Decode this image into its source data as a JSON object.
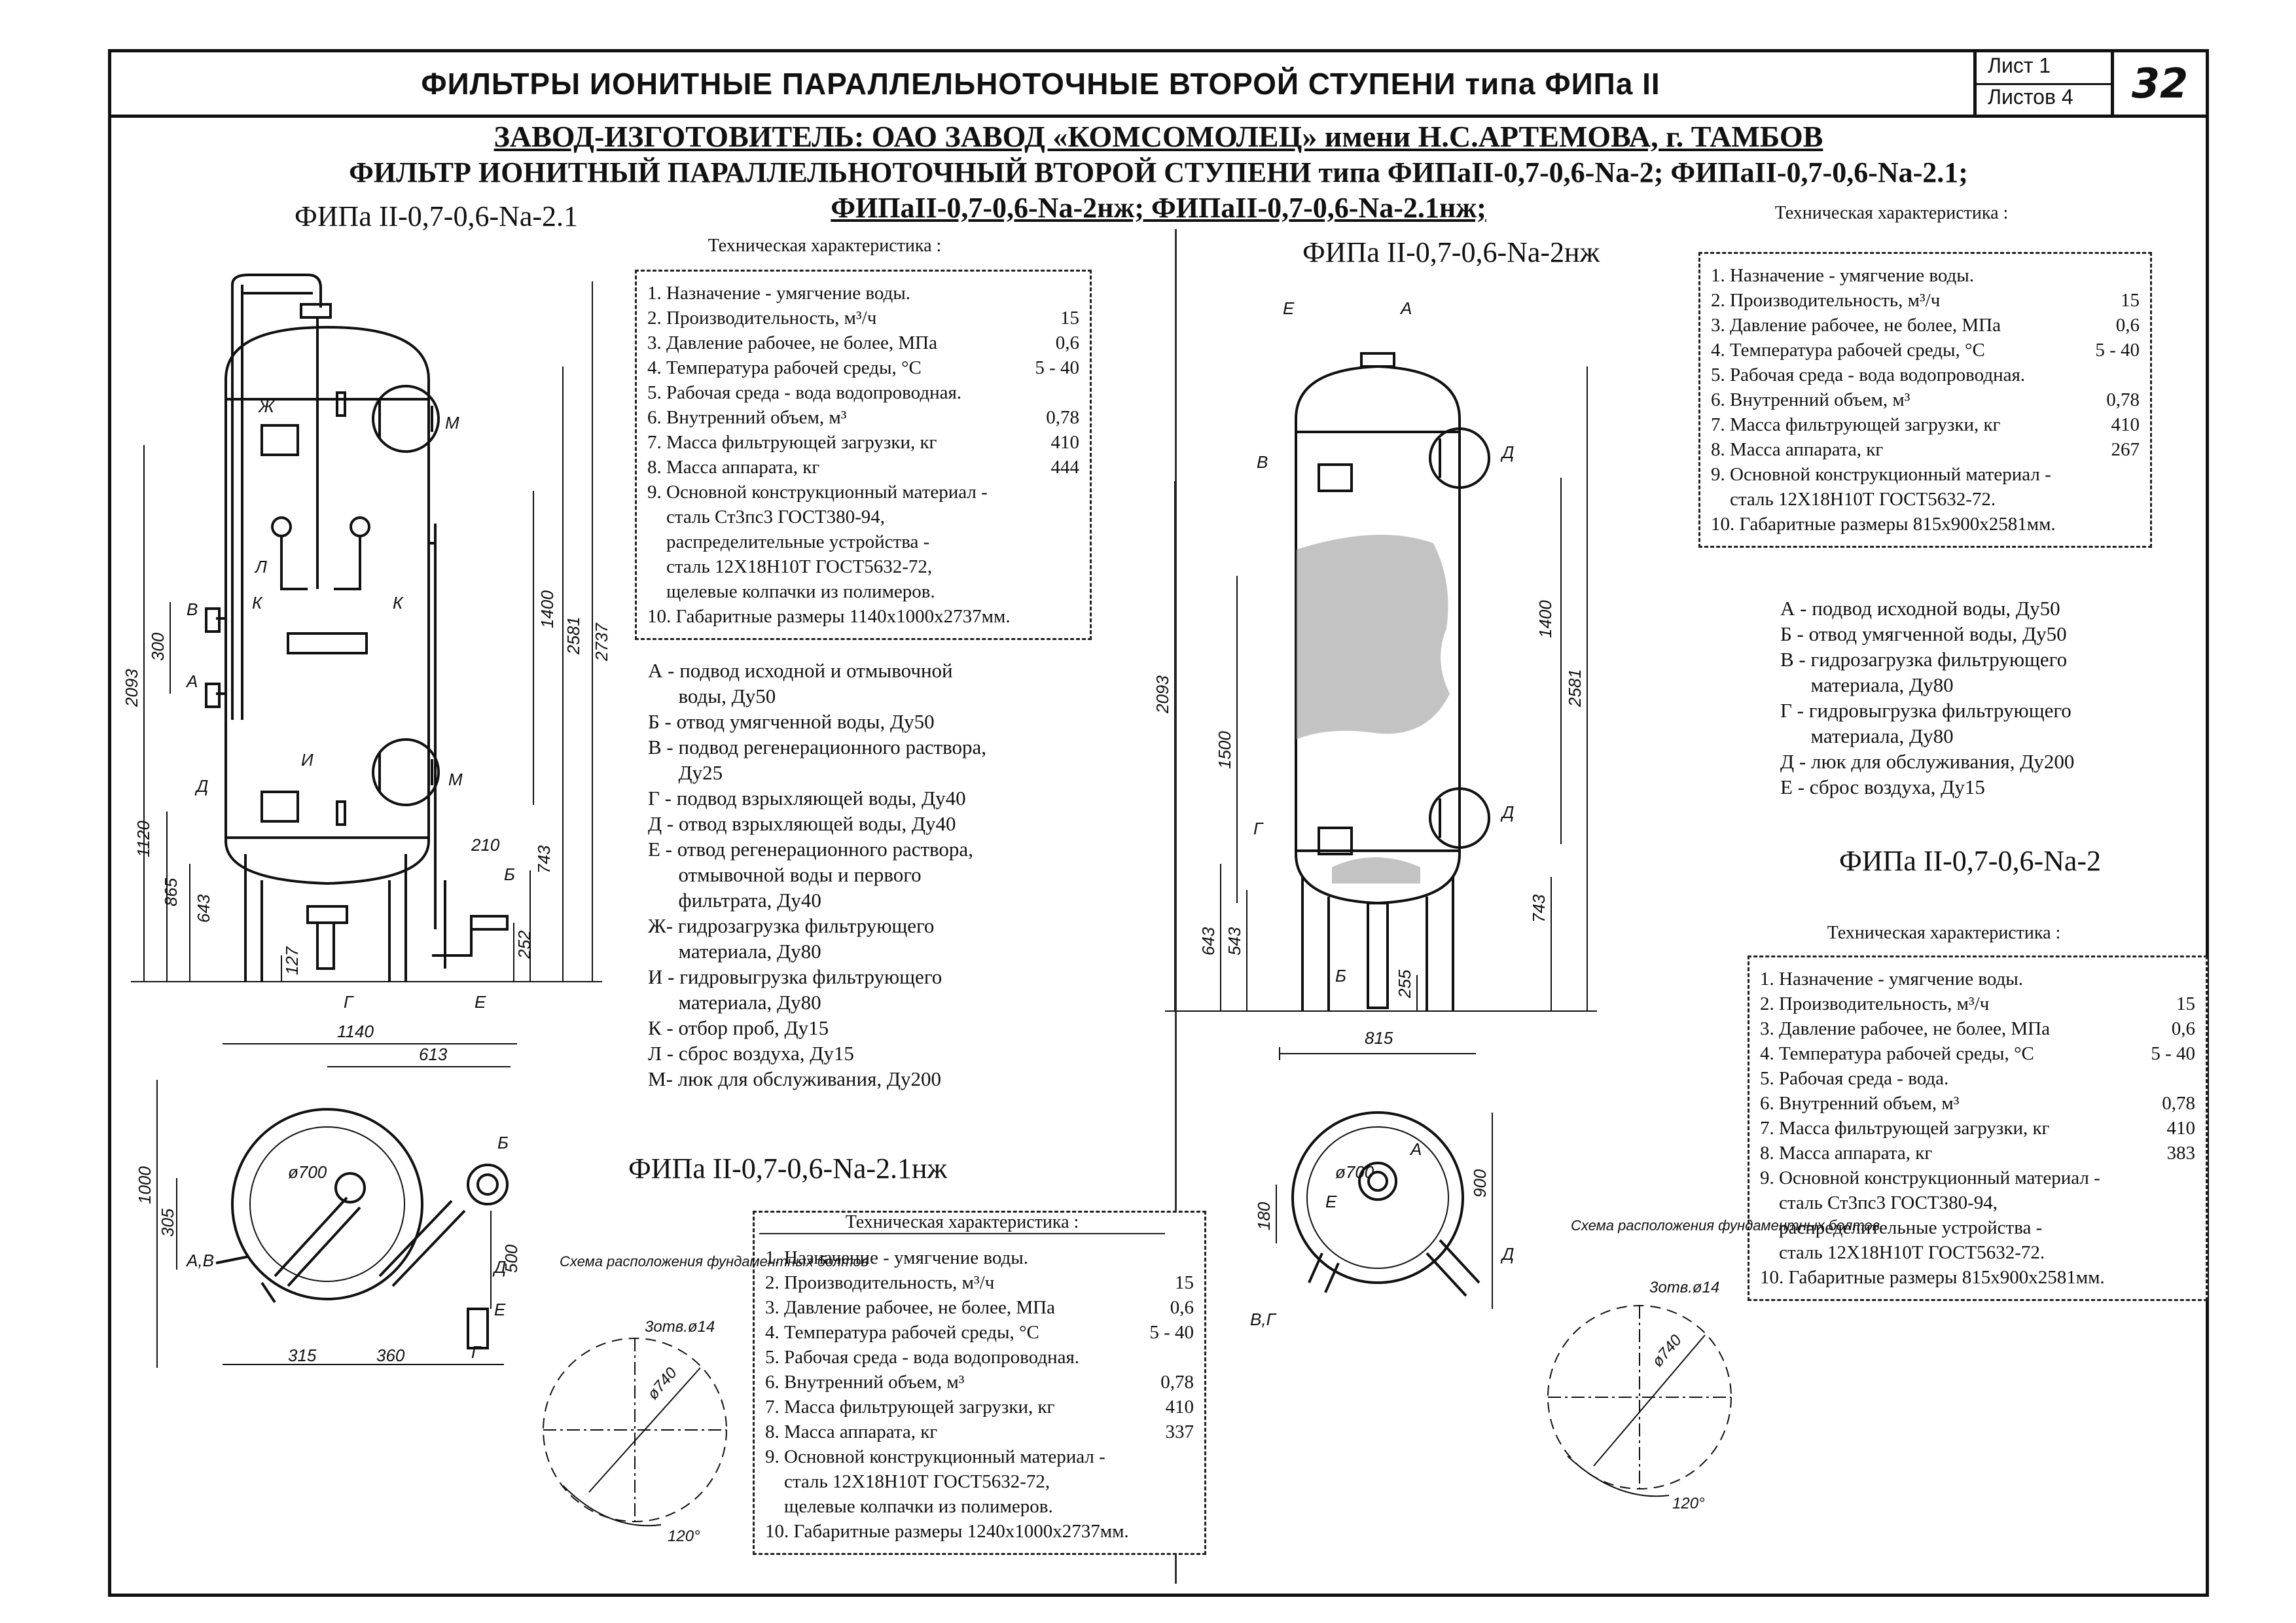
{
  "header": {
    "title": "ФИЛЬТРЫ ИОНИТНЫЕ ПАРАЛЛЕЛЬНОТОЧНЫЕ ВТОРОЙ СТУПЕНИ типа ФИПа II",
    "sheet_label": "Лист 1",
    "sheets_label": "Листов 4",
    "sheet_number": "32"
  },
  "manufacturer": "ЗАВОД-ИЗГОТОВИТЕЛЬ: ОАО ЗАВОД «КОМСОМОЛЕЦ» имени Н.С.АРТЕМОВА, г. ТАМБОВ",
  "product_title_line1": "ФИЛЬТР ИОНИТНЫЙ ПАРАЛЛЕЛЬНОТОЧНЫЙ ВТОРОЙ СТУПЕНИ типа ФИПаII-0,7-0,6-Na-2; ФИПаII-0,7-0,6-Na-2.1;",
  "product_title_line2": "ФИПаII-0,7-0,6-Na-2нж; ФИПаII-0,7-0,6-Na-2.1нж;",
  "models": {
    "left": "ФИПа II-0,7-0,6-Na-2.1",
    "left_nzh": "ФИПа II-0,7-0,6-Na-2.1нж",
    "right_top": "ФИПа II-0,7-0,6-Na-2нж",
    "right_bottom": "ФИПа II-0,7-0,6-Na-2"
  },
  "spec_title": "Техническая характеристика :",
  "spec_left": [
    {
      "t": "1. Назначение - умягчение воды.",
      "v": ""
    },
    {
      "t": "2. Производительность, м³/ч",
      "v": "15"
    },
    {
      "t": "3. Давление рабочее, не более, МПа",
      "v": "0,6"
    },
    {
      "t": "4. Температура рабочей среды, °С",
      "v": "5 - 40"
    },
    {
      "t": "5. Рабочая среда - вода водопроводная.",
      "v": ""
    },
    {
      "t": "6. Внутренний объем, м³",
      "v": "0,78"
    },
    {
      "t": "7. Масса фильтрующей загрузки, кг",
      "v": "410"
    },
    {
      "t": "8. Масса аппарата, кг",
      "v": "444"
    },
    {
      "t": "9. Основной конструкционный материал -",
      "v": ""
    },
    {
      "t": "    сталь Ст3пс3 ГОСТ380-94,",
      "v": ""
    },
    {
      "t": "    распределительные устройства -",
      "v": ""
    },
    {
      "t": "    сталь 12Х18Н10Т ГОСТ5632-72,",
      "v": ""
    },
    {
      "t": "    щелевые колпачки из полимеров.",
      "v": ""
    },
    {
      "t": "10. Габаритные размеры 1140х1000х2737мм.",
      "v": ""
    }
  ],
  "spec_left_nzh": [
    {
      "t": "1. Назначение - умягчение воды.",
      "v": ""
    },
    {
      "t": "2. Производительность, м³/ч",
      "v": "15"
    },
    {
      "t": "3. Давление рабочее, не более, МПа",
      "v": "0,6"
    },
    {
      "t": "4. Температура рабочей среды, °С",
      "v": "5 - 40"
    },
    {
      "t": "5. Рабочая среда - вода водопроводная.",
      "v": ""
    },
    {
      "t": "6. Внутренний объем, м³",
      "v": "0,78"
    },
    {
      "t": "7. Масса фильтрующей загрузки, кг",
      "v": "410"
    },
    {
      "t": "8. Масса аппарата, кг",
      "v": "337"
    },
    {
      "t": "9. Основной конструкционный материал -",
      "v": ""
    },
    {
      "t": "    сталь 12Х18Н10Т ГОСТ5632-72,",
      "v": ""
    },
    {
      "t": "    щелевые колпачки из полимеров.",
      "v": ""
    },
    {
      "t": "10. Габаритные размеры 1240х1000х2737мм.",
      "v": ""
    }
  ],
  "spec_right_top": [
    {
      "t": "1. Назначение - умягчение воды.",
      "v": ""
    },
    {
      "t": "2. Производительность, м³/ч",
      "v": "15"
    },
    {
      "t": "3. Давление рабочее, не более, МПа",
      "v": "0,6"
    },
    {
      "t": "4. Температура рабочей среды, °С",
      "v": "5 - 40"
    },
    {
      "t": "5. Рабочая среда - вода водопроводная.",
      "v": ""
    },
    {
      "t": "6. Внутренний объем, м³",
      "v": "0,78"
    },
    {
      "t": "7. Масса фильтрующей загрузки, кг",
      "v": "410"
    },
    {
      "t": "8. Масса аппарата, кг",
      "v": "267"
    },
    {
      "t": "9. Основной конструкционный материал -",
      "v": ""
    },
    {
      "t": "    сталь 12Х18Н10Т ГОСТ5632-72.",
      "v": ""
    },
    {
      "t": "10. Габаритные размеры 815х900х2581мм.",
      "v": ""
    }
  ],
  "spec_right_bottom": [
    {
      "t": "1. Назначение - умягчение воды.",
      "v": ""
    },
    {
      "t": "2. Производительность, м³/ч",
      "v": "15"
    },
    {
      "t": "3. Давление рабочее, не более, МПа",
      "v": "0,6"
    },
    {
      "t": "4. Температура рабочей среды, °С",
      "v": "5 - 40"
    },
    {
      "t": "5. Рабочая среда - вода.",
      "v": ""
    },
    {
      "t": "6. Внутренний объем, м³",
      "v": "0,78"
    },
    {
      "t": "7. Масса фильтрующей загрузки, кг",
      "v": "410"
    },
    {
      "t": "8. Масса аппарата, кг",
      "v": "383"
    },
    {
      "t": "9. Основной конструкционный материал -",
      "v": ""
    },
    {
      "t": "    сталь Ст3пс3 ГОСТ380-94,",
      "v": ""
    },
    {
      "t": "    распределительные устройства -",
      "v": ""
    },
    {
      "t": "    сталь 12Х18Н10Т ГОСТ5632-72.",
      "v": ""
    },
    {
      "t": "10. Габаритные размеры 815х900х2581мм.",
      "v": ""
    }
  ],
  "legend_left": [
    "А - подвод исходной и отмывочной",
    "      воды, Ду50",
    "Б - отвод умягченной воды, Ду50",
    "В - подвод регенерационного раствора,",
    "      Ду25",
    "Г - подвод взрыхляющей воды, Ду40",
    "Д - отвод взрыхляющей воды, Ду40",
    "Е - отвод регенерационного раствора,",
    "      отмывочной воды и первого",
    "      фильтрата, Ду40",
    "Ж- гидрозагрузка фильтрующего",
    "      материала, Ду80",
    "И - гидровыгрузка фильтрующего",
    "      материала, Ду80",
    "К - отбор проб, Ду15",
    "Л - сброс воздуха, Ду15",
    "М- люк для обслуживания, Ду200"
  ],
  "legend_right": [
    "А - подвод исходной воды, Ду50",
    "Б - отвод умягченной воды, Ду50",
    "В - гидрозагрузка фильтрующего",
    "      материала, Ду80",
    "Г - гидровыгрузка фильтрующего",
    "      материала, Ду80",
    "Д - люк для обслуживания, Ду200",
    "Е - сброс воздуха, Ду15"
  ],
  "drawing_labels": {
    "left_dims": [
      "2093",
      "300",
      "1120",
      "865",
      "643",
      "1400",
      "2581",
      "2737",
      "743",
      "210",
      "252",
      "127",
      "1140",
      "613",
      "1000",
      "305",
      "500",
      "315",
      "360",
      "ø700"
    ],
    "left_marks": [
      "Ж",
      "М",
      "М",
      "Л",
      "К",
      "К",
      "В",
      "А",
      "И",
      "Д",
      "Б",
      "Г",
      "Е",
      "Б",
      "А,В",
      "Д",
      "Е",
      "Г"
    ],
    "right_dims": [
      "2093",
      "1500",
      "1400",
      "2581",
      "643",
      "543",
      "255",
      "743",
      "815",
      "900",
      "180",
      "ø700"
    ],
    "right_marks": [
      "Е",
      "А",
      "В",
      "Д",
      "Д",
      "Г",
      "Б",
      "А",
      "Е",
      "Д",
      "В,Г"
    ],
    "bolt_title": "Схема расположения фундаментных болтов",
    "bolt_holes": "3отв.ø14",
    "bolt_dia": "ø740",
    "bolt_angle": "120°"
  }
}
